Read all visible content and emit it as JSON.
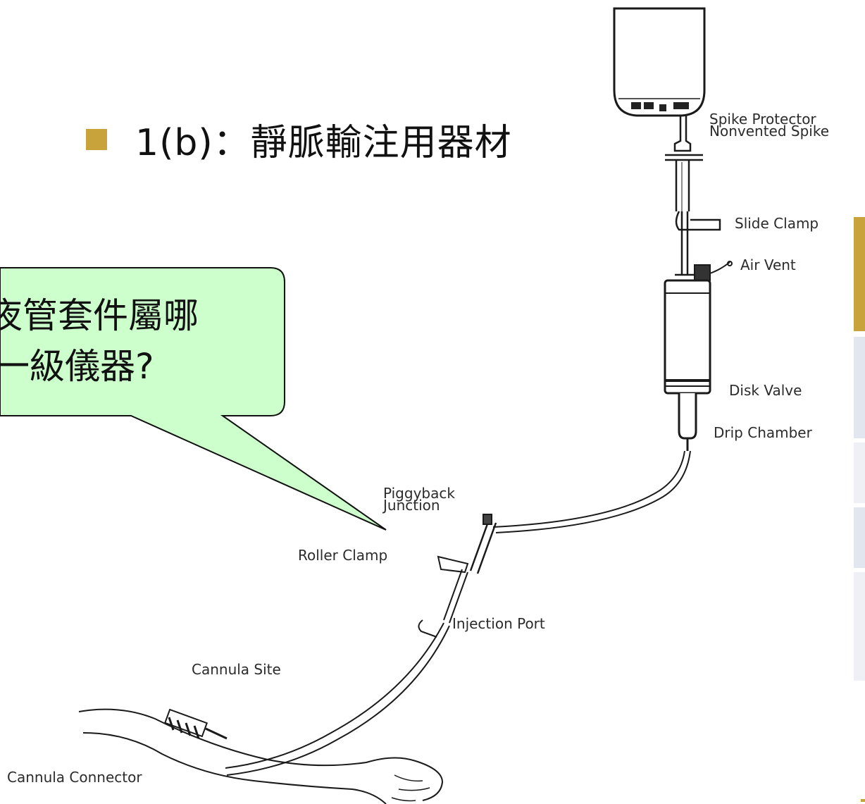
{
  "slide": {
    "title": "1(b)：靜脈輸注用器材",
    "callout": {
      "line1": "夜管套件屬哪",
      "line2": "一級儀器?"
    }
  },
  "diagram_labels": {
    "spike_protector": "Spike Protector",
    "nonvented_spike": "Nonvented Spike",
    "slide_clamp": "Slide Clamp",
    "air_vent": "Air Vent",
    "disk_valve": "Disk Valve",
    "drip_chamber": "Drip Chamber",
    "piggyback": "Piggyback",
    "junction": "Junction",
    "roller_clamp": "Roller Clamp",
    "injection_port": "Injection Port",
    "cannula_site": "Cannula Site",
    "cannula_connector": "Cannula Connector"
  },
  "colors": {
    "bullet": "#c8a23a",
    "callout_fill": "#ccffcc",
    "side_accent": "#c8a23a",
    "side_panel": "#e2e6ef"
  }
}
